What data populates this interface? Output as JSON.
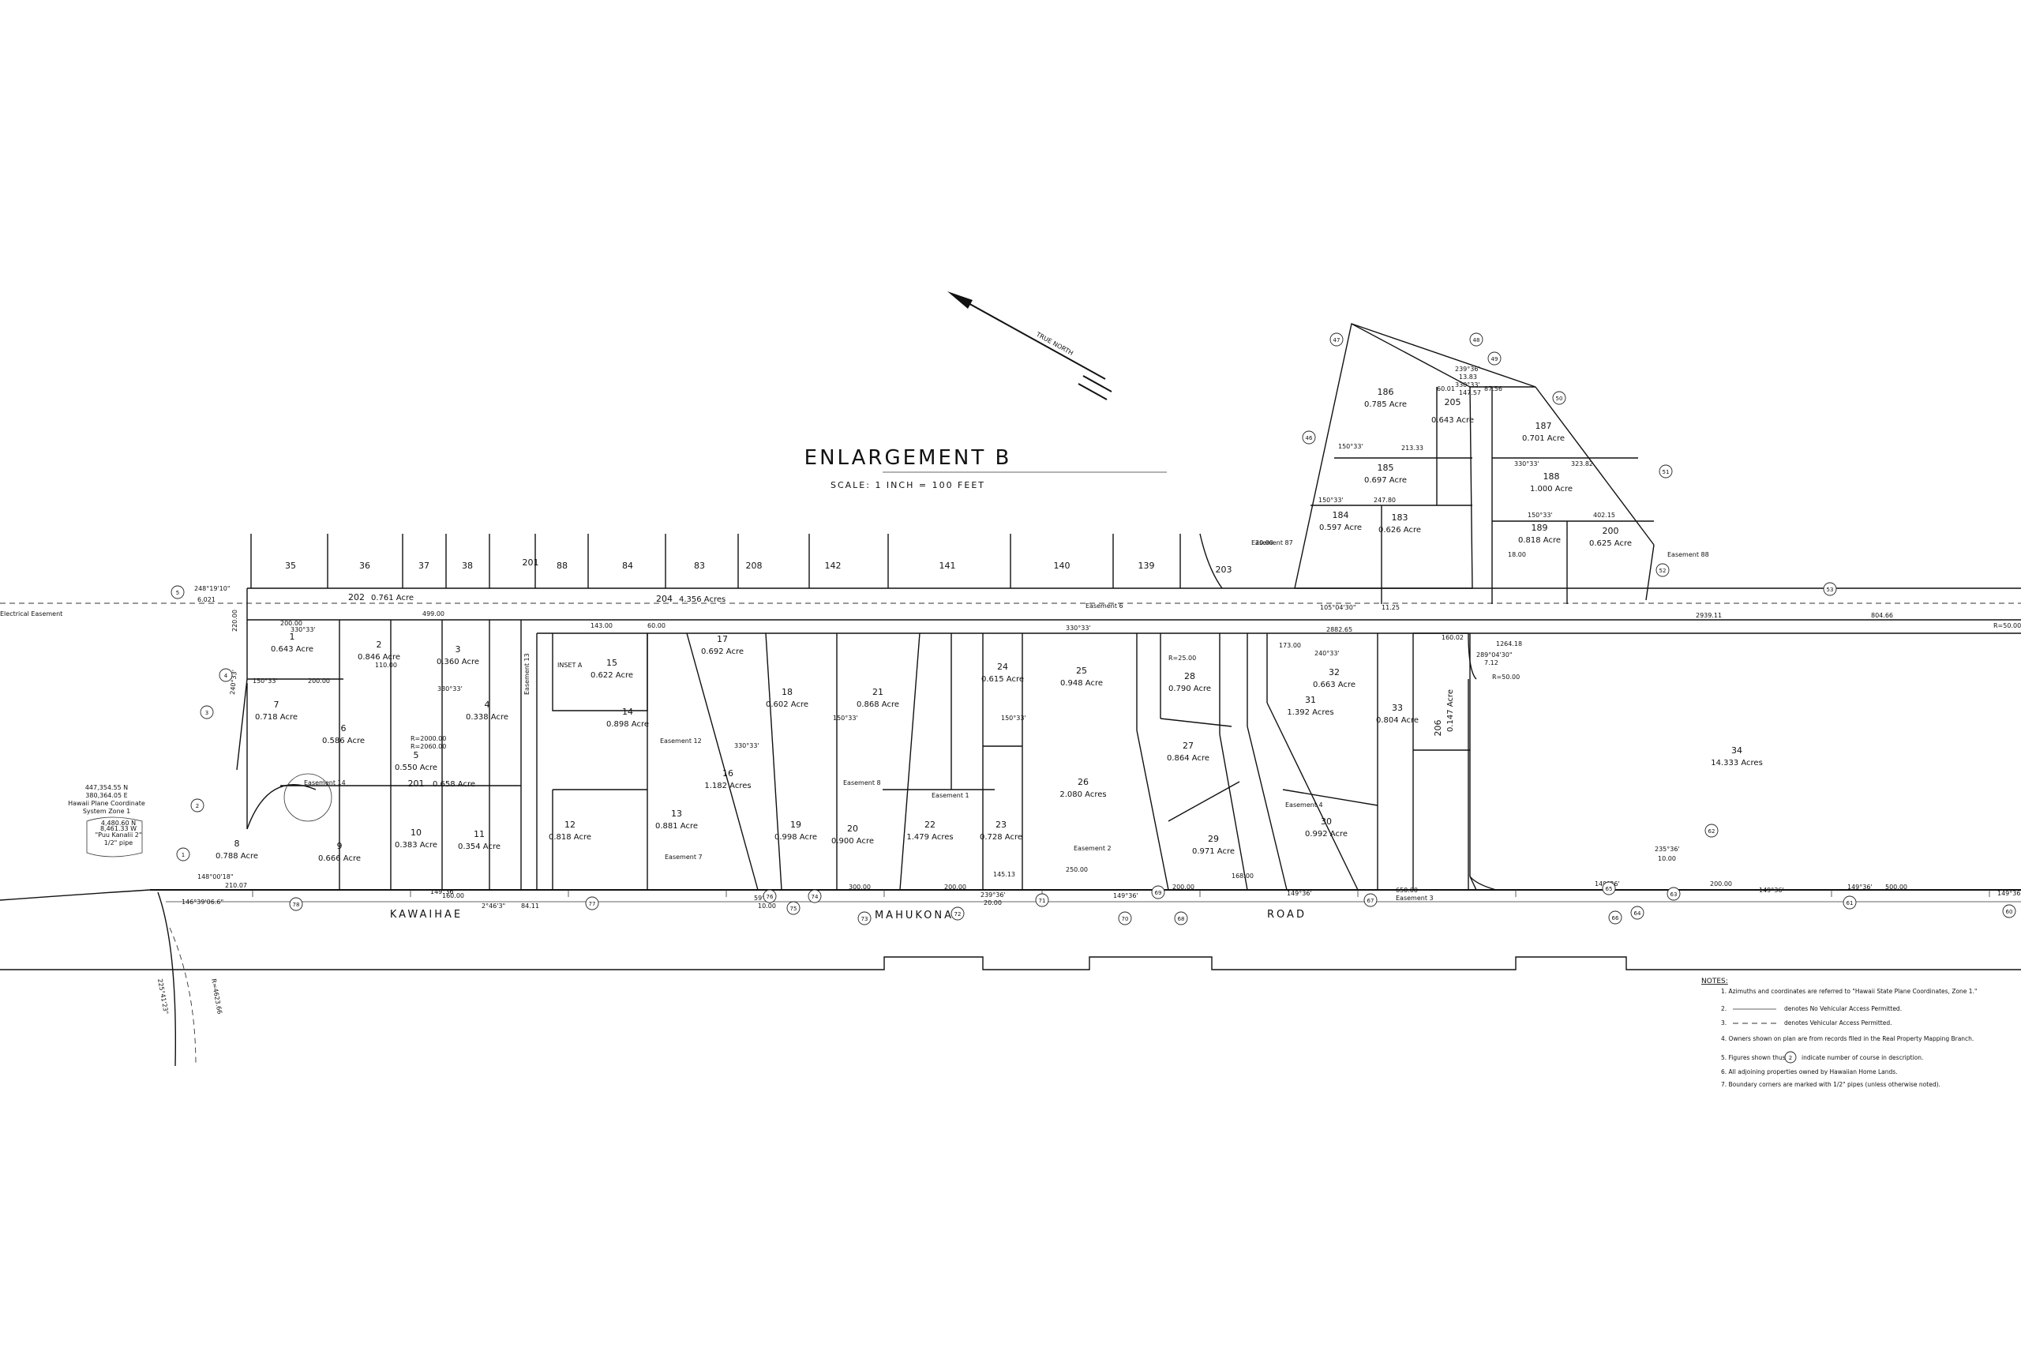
{
  "title": "ENLARGEMENT B",
  "scale": "SCALE: 1 INCH = 100 FEET",
  "north_label": "TRUE NORTH",
  "roads": {
    "w1": "KAWAIHAE",
    "w2": "MAHUKONA",
    "w3": "ROAD"
  },
  "coords": {
    "l1": "447,354.55 N",
    "l2": "380,364.05 E",
    "l3": "Hawaii Plane Coordinate",
    "l4": "System Zone 1",
    "p1": "\"Puu Kanalii 2\"",
    "p2": "1/2\" pipe",
    "p3": "4,480.60 N",
    "p4": "8,461.33 W"
  },
  "easement_labels": {
    "electrical": "Electrical Easement",
    "e1": "Easement 1",
    "e2": "Easement 2",
    "e3": "Easement 3",
    "e4": "Easement 4",
    "e6": "Easement 6",
    "e7": "Easement 7",
    "e8": "Easement 8",
    "e12": "Easement 12",
    "e13": "Easement 13",
    "e14": "Easement 14",
    "e87": "Easement 87",
    "e88": "Easement 88",
    "inset": "INSET A"
  },
  "top_lots": [
    "35",
    "36",
    "37",
    "38",
    "201",
    "88",
    "84",
    "83",
    "208",
    "142",
    "141",
    "140",
    "139",
    "203"
  ],
  "strip": {
    "l202": "202",
    "a202": "0.761 Acre",
    "l204": "204",
    "a204": "4.356 Acres",
    "b1": "248°19'10\"",
    "b1d": "6.021",
    "b2": "330°33'",
    "b3": "330°33'",
    "b4": "2939.11",
    "b5": "804.66",
    "b6": "2882.65",
    "b7": "1264.18",
    "r1": "R=50.00"
  },
  "lots": [
    {
      "n": "1",
      "a": "0.643 Acre"
    },
    {
      "n": "2",
      "a": "0.846 Acre"
    },
    {
      "n": "3",
      "a": "0.360 Acre"
    },
    {
      "n": "4",
      "a": "0.338 Acre"
    },
    {
      "n": "5",
      "a": "0.550 Acre"
    },
    {
      "n": "6",
      "a": "0.586 Acre"
    },
    {
      "n": "7",
      "a": "0.718 Acre"
    },
    {
      "n": "8",
      "a": "0.788 Acre"
    },
    {
      "n": "9",
      "a": "0.666 Acre"
    },
    {
      "n": "10",
      "a": "0.383 Acre"
    },
    {
      "n": "11",
      "a": "0.354 Acre"
    },
    {
      "n": "12",
      "a": "0.818 Acre"
    },
    {
      "n": "13",
      "a": "0.881 Acre"
    },
    {
      "n": "14",
      "a": "0.898 Acre"
    },
    {
      "n": "15",
      "a": "0.622 Acre"
    },
    {
      "n": "16",
      "a": "1.182 Acres"
    },
    {
      "n": "17",
      "a": "0.692 Acre"
    },
    {
      "n": "18",
      "a": "0.602 Acre"
    },
    {
      "n": "19",
      "a": "0.998 Acre"
    },
    {
      "n": "20",
      "a": "0.900 Acre"
    },
    {
      "n": "21",
      "a": "0.868 Acre"
    },
    {
      "n": "22",
      "a": "1.479 Acres"
    },
    {
      "n": "23",
      "a": "0.728 Acre"
    },
    {
      "n": "24",
      "a": "0.615 Acre"
    },
    {
      "n": "25",
      "a": "0.948 Acre"
    },
    {
      "n": "26",
      "a": "2.080 Acres"
    },
    {
      "n": "27",
      "a": "0.864 Acre"
    },
    {
      "n": "28",
      "a": "0.790 Acre"
    },
    {
      "n": "29",
      "a": "0.971 Acre"
    },
    {
      "n": "30",
      "a": "0.992 Acre"
    },
    {
      "n": "31",
      "a": "1.392 Acres"
    },
    {
      "n": "32",
      "a": "0.663 Acre"
    },
    {
      "n": "33",
      "a": "0.804 Acre"
    },
    {
      "n": "34",
      "a": "14.333 Acres"
    },
    {
      "n": "201",
      "a": "0.658 Acre"
    },
    {
      "n": "206",
      "a": "0.147 Acre"
    },
    {
      "n": "186",
      "a": "0.785 Acre"
    },
    {
      "n": "205",
      "a": "0.643 Acre"
    },
    {
      "n": "187",
      "a": "0.701 Acre"
    },
    {
      "n": "185",
      "a": "0.697 Acre"
    },
    {
      "n": "188",
      "a": "1.000 Acre"
    },
    {
      "n": "184",
      "a": "0.597 Acre"
    },
    {
      "n": "183",
      "a": "0.626 Acre"
    },
    {
      "n": "189",
      "a": "0.818 Acre"
    },
    {
      "n": "200",
      "a": "0.625 Acre"
    }
  ],
  "dims": {
    "d1": "200.00",
    "d2": "499.00",
    "d3": "150°33'",
    "d4": "200.00",
    "d5": "143.00",
    "d6": "110.00",
    "d7": "330°33'",
    "d8": "60.00",
    "d9": "150°33'",
    "d10": "173.00",
    "d11": "240°33'",
    "d12": "145.13",
    "d13": "149°36'",
    "d14": "300.00",
    "d15": "200.00",
    "d16": "250.00",
    "d17": "149°36'",
    "d18": "200.00",
    "d19": "149°36'",
    "d20": "168.00",
    "d21": "149°36'",
    "d22": "650.00",
    "d23": "149°36'",
    "d24": "200.00",
    "d25": "149°36'",
    "d26": "500.00",
    "d27": "149°36'",
    "d28": "235°36'",
    "d29": "10.00",
    "d30": "R=50.00",
    "d31": "R=25.00",
    "d32": "R=2000.00",
    "d33": "R=2060.00",
    "d34": "330°33'",
    "d35": "150°33'",
    "d36": "160.00",
    "d37": "220.00",
    "d38": "240°33'",
    "d39": "146°39'06.6\"",
    "d40": "210.07",
    "d41": "148°00'18\"",
    "d42": "225°41'23\"",
    "d43": "R=4623.66",
    "d44": "2°46'3\"",
    "d45": "84.11",
    "d46": "59°36'",
    "d47": "10.00",
    "d48": "239°36'",
    "d49": "20.00",
    "d50": "160.02",
    "d51": "105°04'30\"",
    "d52": "11.25",
    "d53": "239°36'",
    "d54": "13.83",
    "d55": "330°33'",
    "d56": "147.57",
    "d57": "87.56",
    "d58": "60.01",
    "d59": "150°33'",
    "d60": "213.33",
    "d61": "330°33'",
    "d62": "323.82",
    "d63": "150°33'",
    "d64": "247.80",
    "d65": "150°33'",
    "d66": "402.15",
    "d67": "20.00",
    "d68": "18.00",
    "d69": "289°04'30\"",
    "d70": "7.12"
  },
  "course_numbers": [
    "1",
    "2",
    "3",
    "4",
    "5",
    "46",
    "47",
    "48",
    "49",
    "50",
    "51",
    "52",
    "53",
    "60",
    "61",
    "62",
    "63",
    "64",
    "65",
    "66",
    "67",
    "68",
    "69",
    "70",
    "71",
    "72",
    "73",
    "74",
    "75",
    "76",
    "77",
    "78"
  ],
  "notes": {
    "heading": "NOTES:",
    "n1": "1. Azimuths and coordinates are referred to \"Hawaii State Plane Coordinates, Zone 1.\"",
    "n2": "denotes No Vehicular Access Permitted.",
    "n3": "denotes Vehicular Access Permitted.",
    "n2num": "2.",
    "n3num": "3.",
    "n4": "4. Owners shown on plan are from records filed in the Real Property Mapping Branch.",
    "n5a": "5. Figures shown thus",
    "n5c": "2",
    "n5b": "indicate number of course in description.",
    "n6": "6. All adjoining properties owned by Hawaiian Home Lands.",
    "n7": "7. Boundary corners are marked with 1/2\" pipes (unless otherwise noted)."
  }
}
